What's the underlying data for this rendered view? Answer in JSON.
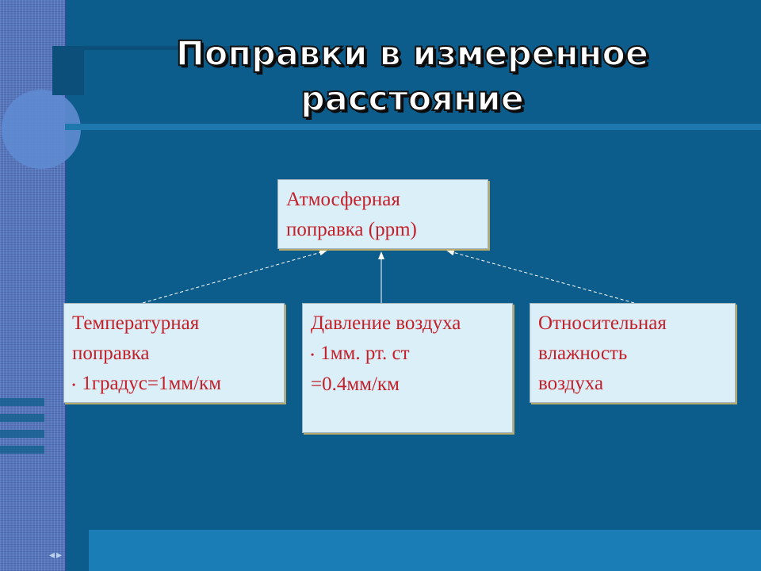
{
  "title": {
    "line1": "Поправки в измеренное",
    "line2": "расстояние"
  },
  "diagram": {
    "root": {
      "line1": "Атмосферная",
      "line2": "поправка (ppm)"
    },
    "children": [
      {
        "line1": "Температурная",
        "line2": "поправка",
        "line3": "1градус=1мм/км"
      },
      {
        "line1": "Давление воздуха",
        "line2": "1мм. рт. ст",
        "line3": "=0.4мм/км"
      },
      {
        "line1": "Относительная",
        "line2": "влажность",
        "line3": "воздуха"
      }
    ]
  },
  "colors": {
    "background": "#0d5d8c",
    "box_fill": "#dbeff9",
    "box_text": "#c3202a"
  },
  "icons": {
    "nav": "arrow-left-right-icon"
  }
}
